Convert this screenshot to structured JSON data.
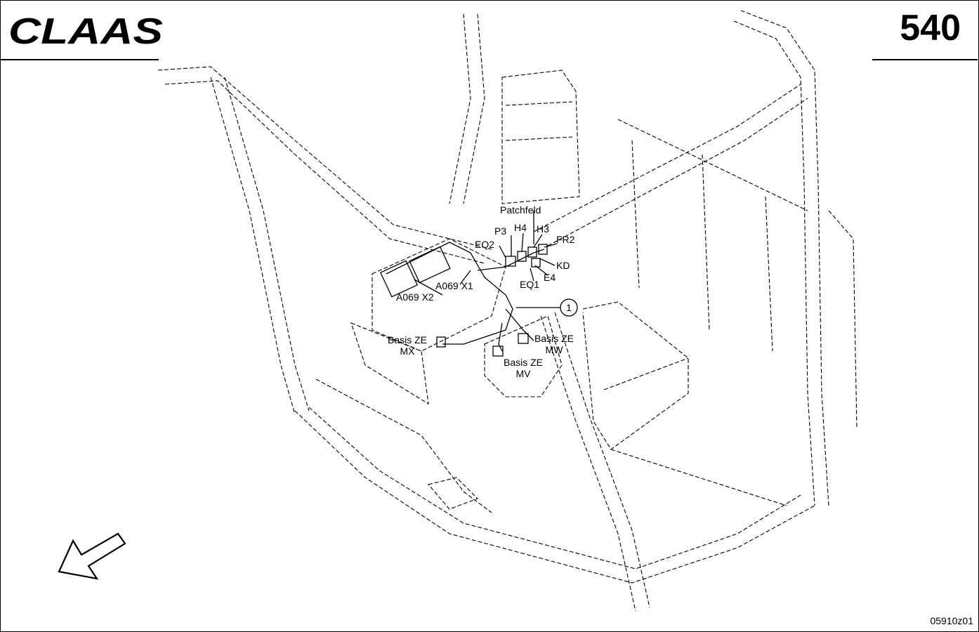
{
  "header": {
    "brand": "CLAAS",
    "page_number": "540"
  },
  "labels": {
    "patchfeld": "Patchfeld",
    "p3": "P3",
    "h4": "H4",
    "h3": "H3",
    "fr2": "FR2",
    "eq2": "EQ2",
    "kd": "KD",
    "e4": "E4",
    "eq1": "EQ1",
    "a069_x1": "A069 X1",
    "a069_x2": "A069 X2",
    "callout_1": "1",
    "basis_ze_mx_line1": "Basis ZE",
    "basis_ze_mx_line2": "MX",
    "basis_ze_mw_line1": "Basis ZE",
    "basis_ze_mw_line2": "MW",
    "basis_ze_mv_line1": "Basis ZE",
    "basis_ze_mv_line2": "MV"
  },
  "footer": {
    "reference": "05910z01"
  },
  "icons": {
    "logo": "claas-logo",
    "direction": "direction-arrow-icon"
  }
}
